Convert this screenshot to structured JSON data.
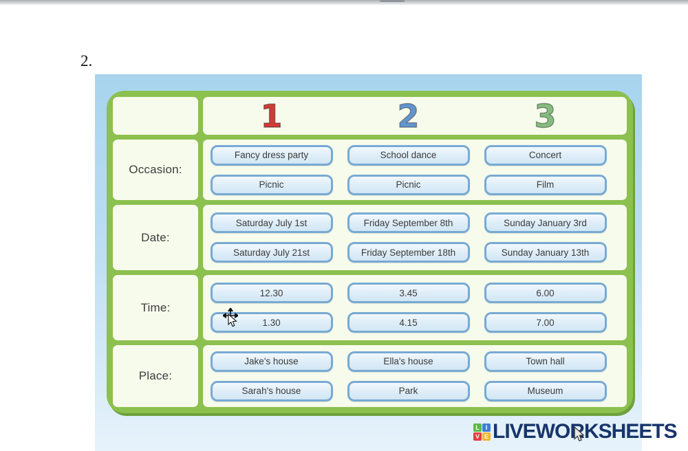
{
  "page": {
    "question_number": "2."
  },
  "colors": {
    "panel_blue": "#a8d4ee",
    "table_green": "#8cc04f",
    "table_green_shadow": "#6da23c",
    "cell_cream": "#f7fbec",
    "button_fill": "#ddedf8",
    "button_border": "#77aad3",
    "logo_navy": "#17356b"
  },
  "table": {
    "columns": [
      {
        "label": "1",
        "color": "#d23b35"
      },
      {
        "label": "2",
        "color": "#6495cf"
      },
      {
        "label": "3",
        "color": "#85bd7e"
      }
    ],
    "rows": [
      {
        "label": "Occasion:",
        "options": [
          [
            "Fancy dress party",
            "Picnic"
          ],
          [
            "School dance",
            "Picnic"
          ],
          [
            "Concert",
            "Film"
          ]
        ]
      },
      {
        "label": "Date:",
        "options": [
          [
            "Saturday July 1st",
            "Saturday July 21st"
          ],
          [
            "Friday September 8th",
            "Friday September 18th"
          ],
          [
            "Sunday January 3rd",
            "Sunday January 13th"
          ]
        ]
      },
      {
        "label": "Time:",
        "options": [
          [
            "12.30",
            "1.30"
          ],
          [
            "3.45",
            "4.15"
          ],
          [
            "6.00",
            "7.00"
          ]
        ]
      },
      {
        "label": "Place:",
        "options": [
          [
            "Jake's house",
            "Sarah's house"
          ],
          [
            "Ella's house",
            "Park"
          ],
          [
            "Town hall",
            "Museum"
          ]
        ]
      }
    ]
  },
  "logo": {
    "mark": [
      "L",
      "I",
      "V",
      "E"
    ],
    "mark_colors": [
      "#5cb947",
      "#3d7edb",
      "#e23c3c",
      "#f2b52a"
    ],
    "text": "LIVEWORKSHEETS"
  }
}
